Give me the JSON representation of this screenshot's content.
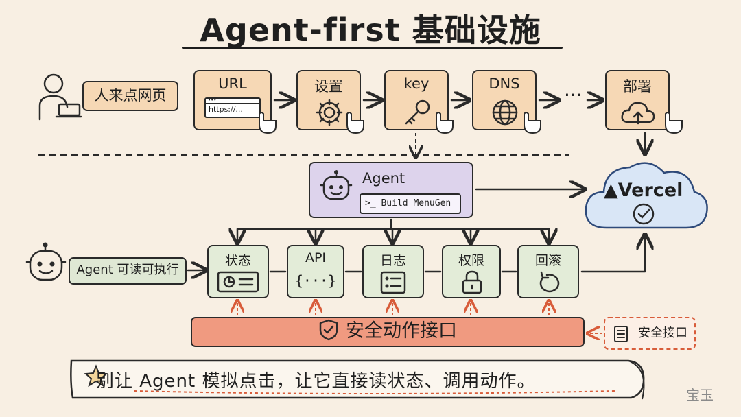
{
  "title": "Agent-first 基础设施",
  "human": {
    "label": "人来点网页"
  },
  "top_steps": [
    {
      "label": "URL",
      "sub": "https://..."
    },
    {
      "label": "设置"
    },
    {
      "label": "key"
    },
    {
      "label": "DNS"
    },
    {
      "label": "部署"
    }
  ],
  "ellipsis": "···",
  "agent": {
    "label": "Agent",
    "command": ">_ Build MenuGen"
  },
  "vercel": {
    "label": "▲Vercel"
  },
  "robot": {
    "label": "Agent 可读可执行"
  },
  "capabilities": [
    {
      "label": "状态"
    },
    {
      "label": "API",
      "sub": "{···}"
    },
    {
      "label": "日志"
    },
    {
      "label": "权限"
    },
    {
      "label": "回滚"
    }
  ],
  "api_bar": {
    "label": "安全动作接口"
  },
  "side_api": {
    "label": "安全接口"
  },
  "banner": {
    "text": "别让 Agent 模拟点击，让它直接读状态、调用动作。"
  },
  "watermark": "宝玉",
  "colors": {
    "background": "#f8efe3",
    "human_step": "#f6d8b5",
    "agent_box": "#ddd3ec",
    "capability": "#e3ecd8",
    "safe_api": "#f09a80",
    "vercel_cloud": "#d9e6f6",
    "accent_dashed": "#d85c3a"
  }
}
